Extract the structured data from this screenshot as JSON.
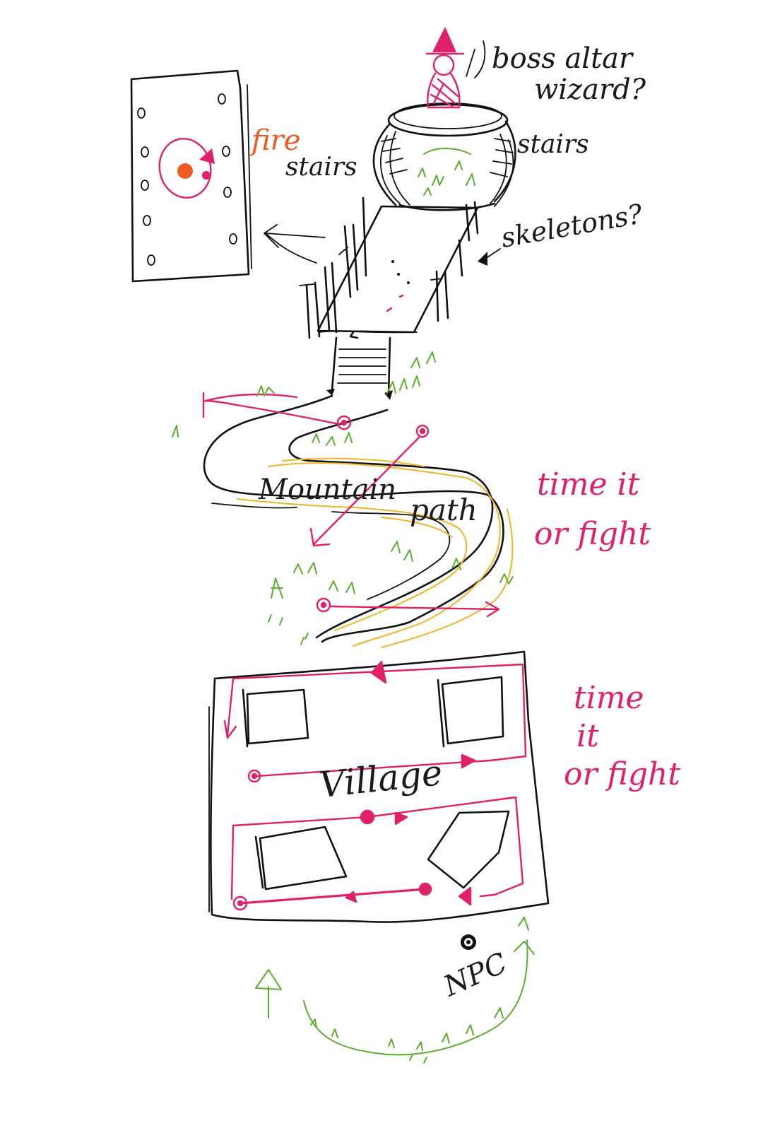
{
  "labels": {
    "boss_altar": "boss altar",
    "wizard": "wizard?",
    "fire": "fire",
    "stairs_left": "stairs",
    "stairs_right": "stairs",
    "skeletons": "skeletons?",
    "mountain": "Mountain",
    "path": "path",
    "time_it_1": "time it",
    "or_fight_1": "or fight",
    "time_2": "time",
    "it_2": "it",
    "or_fight_2": "or fight",
    "village": "Village",
    "npc": "NPC"
  },
  "colors": {
    "ink": "#111111",
    "enemy_route": "#e0206a",
    "fire": "#ef5a22",
    "grass": "#5cae2e",
    "path_edge": "#f0b428"
  }
}
